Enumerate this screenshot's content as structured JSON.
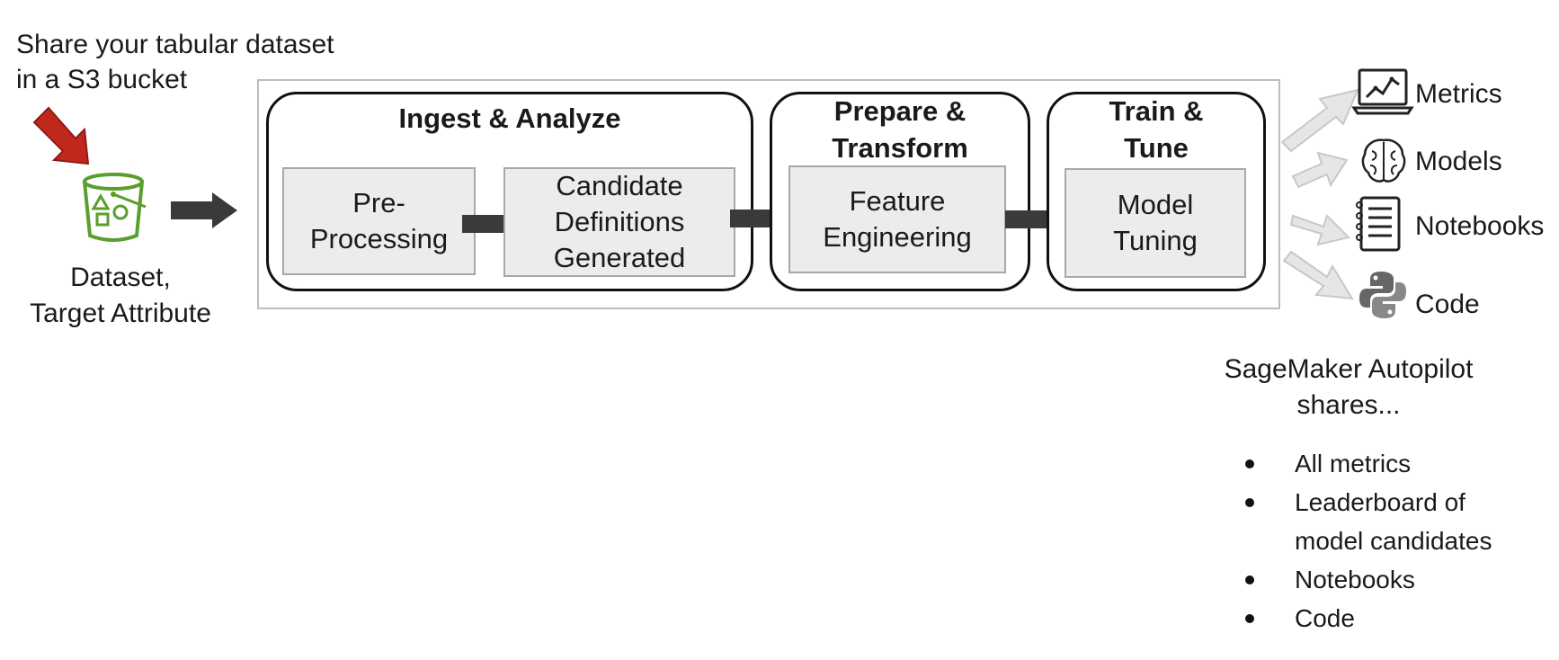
{
  "input": {
    "instruction_line1": "Share your tabular dataset",
    "instruction_line2": "in a S3 bucket",
    "dataset_line1": "Dataset,",
    "dataset_line2": "Target Attribute"
  },
  "pipeline": {
    "stages": [
      {
        "title": "Ingest & Analyze",
        "steps": [
          {
            "lines": [
              "Pre-",
              "Processing"
            ]
          },
          {
            "lines": [
              "Candidate",
              "Definitions",
              "Generated"
            ]
          }
        ]
      },
      {
        "title_line1": "Prepare &",
        "title_line2": "Transform",
        "steps": [
          {
            "lines": [
              "Feature",
              "Engineering"
            ]
          }
        ]
      },
      {
        "title_line1": "Train &",
        "title_line2": "Tune",
        "steps": [
          {
            "lines": [
              "Model",
              "Tuning"
            ]
          }
        ]
      }
    ]
  },
  "outputs": [
    {
      "label": "Metrics",
      "icon": "laptop-chart-icon"
    },
    {
      "label": "Models",
      "icon": "brain-icon"
    },
    {
      "label": "Notebooks",
      "icon": "notebook-icon"
    },
    {
      "label": "Code",
      "icon": "python-icon"
    }
  ],
  "summary": {
    "heading_line1": "SageMaker Autopilot",
    "heading_line2": "shares...",
    "bullets": [
      {
        "line1": "All metrics"
      },
      {
        "line1": "Leaderboard of",
        "line2": "model candidates"
      },
      {
        "line1": "Notebooks"
      },
      {
        "line1": "Code"
      }
    ]
  },
  "colors": {
    "red_arrow": "#c0281e",
    "bucket_green": "#5a9e2e",
    "dark_arrow": "#3a3a3a",
    "light_arrow": "#e6e6e6",
    "step_fill": "#ececec"
  }
}
